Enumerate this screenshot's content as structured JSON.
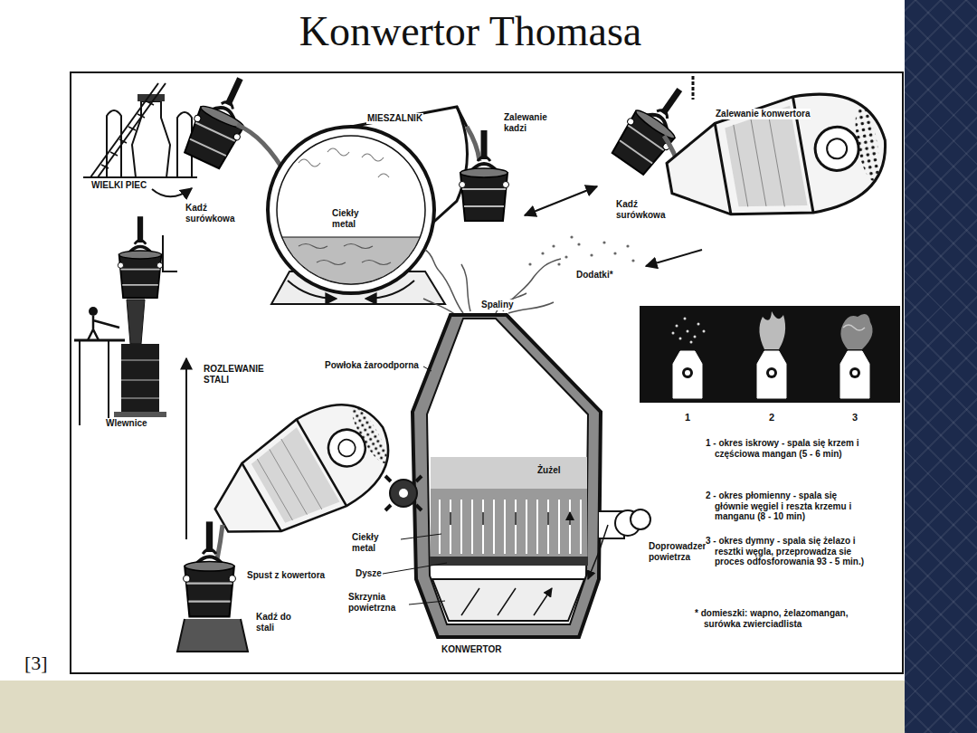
{
  "diagram": {
    "title": "Konwertor Thomasa",
    "labels": [
      "WIELKI PIEC",
      "Kadź surówkowa",
      "MIESZALNIK",
      "Ciekły metal",
      "Zalewanie kadzi",
      "Zalewanie konwertora",
      "Kadź surówkowa",
      "Dodatki*",
      "Spaliny",
      "Powłoka żaroodporna",
      "ROZLEWANIE STALI",
      "Wlewnice",
      "Żużel",
      "Ciekły metal",
      "Dysze",
      "Skrzynia powietrzna",
      "Doprowadzenie powietrza",
      "Spust z kowertora",
      "Kadź do stali",
      "KONWERTOR",
      "1",
      "2",
      "3",
      "1 - okres iskrowy - spala się krzem i częściowa mangan (5 - 6 min)",
      "2 - okres płomienny - spala się głównie węgiel i reszta krzemu i manganu (8 - 10 min)",
      "3 - okres dymny - spala się żelazo i resztki węgla, przeprowadza sie proces odfosforowania 93 - 5 min.)",
      "* domieszki: wapno, żelazomangan, surówka zwierciadlista",
      "[3]"
    ]
  }
}
